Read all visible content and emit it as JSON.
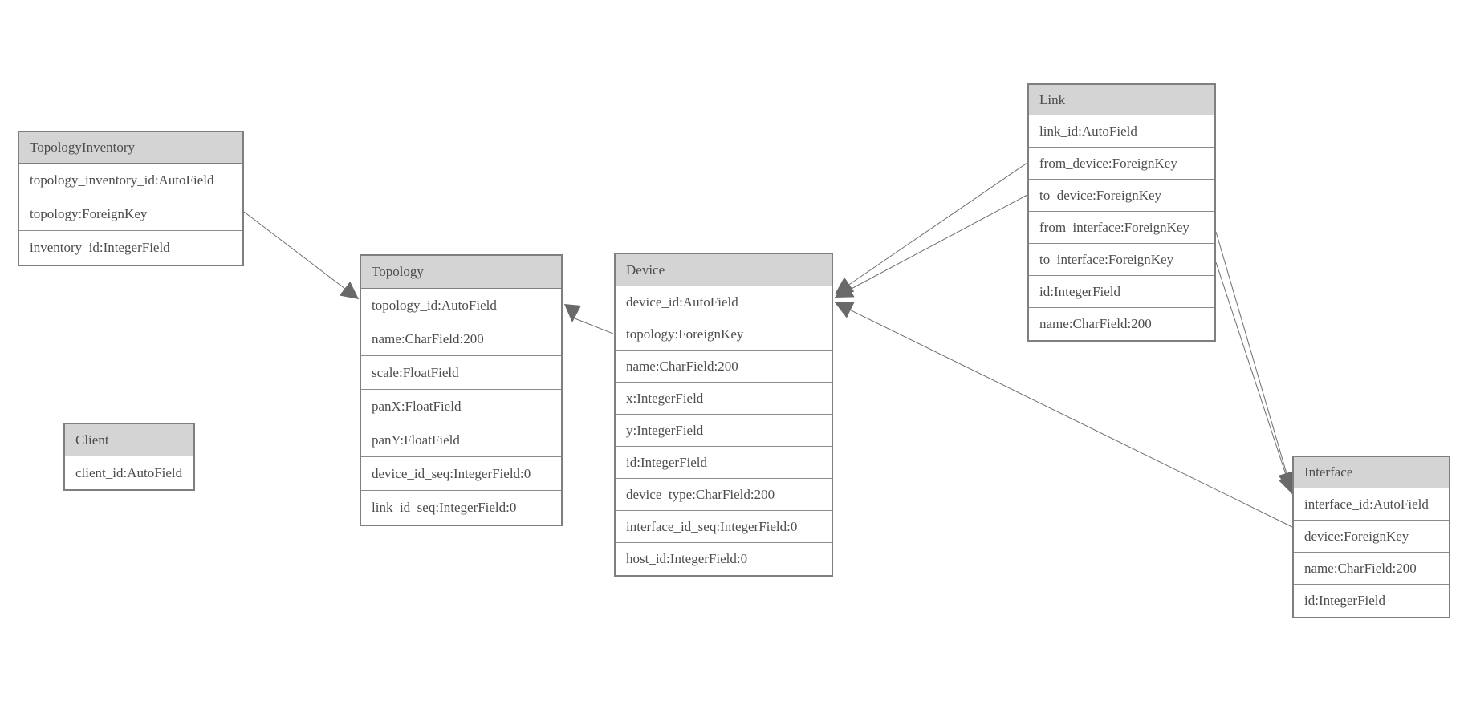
{
  "diagram": {
    "colors": {
      "background": "#ffffff",
      "table_border": "#7f7f7f",
      "row_divider": "#8c8c8c",
      "header_fill": "#d4d4d4",
      "text": "#4d4d4d",
      "edge": "#6e6e6e",
      "arrowhead": "#696969"
    },
    "tables": [
      {
        "id": "topology_inventory",
        "name": "TopologyInventory",
        "fields": [
          "topology_inventory_id:AutoField",
          "topology:ForeignKey",
          "inventory_id:IntegerField"
        ]
      },
      {
        "id": "topology",
        "name": "Topology",
        "fields": [
          "topology_id:AutoField",
          "name:CharField:200",
          "scale:FloatField",
          "panX:FloatField",
          "panY:FloatField",
          "device_id_seq:IntegerField:0",
          "link_id_seq:IntegerField:0"
        ]
      },
      {
        "id": "client",
        "name": "Client",
        "fields": [
          "client_id:AutoField"
        ]
      },
      {
        "id": "device",
        "name": "Device",
        "fields": [
          "device_id:AutoField",
          "topology:ForeignKey",
          "name:CharField:200",
          "x:IntegerField",
          "y:IntegerField",
          "id:IntegerField",
          "device_type:CharField:200",
          "interface_id_seq:IntegerField:0",
          "host_id:IntegerField:0"
        ]
      },
      {
        "id": "link",
        "name": "Link",
        "fields": [
          "link_id:AutoField",
          "from_device:ForeignKey",
          "to_device:ForeignKey",
          "from_interface:ForeignKey",
          "to_interface:ForeignKey",
          "id:IntegerField",
          "name:CharField:200"
        ]
      },
      {
        "id": "interface",
        "name": "Interface",
        "fields": [
          "interface_id:AutoField",
          "device:ForeignKey",
          "name:CharField:200",
          "id:IntegerField"
        ]
      }
    ],
    "relationships": [
      {
        "from": "TopologyInventory.topology",
        "to": "Topology"
      },
      {
        "from": "Device.topology",
        "to": "Topology"
      },
      {
        "from": "Link.from_device",
        "to": "Device"
      },
      {
        "from": "Link.to_device",
        "to": "Device"
      },
      {
        "from": "Link.from_interface",
        "to": "Interface"
      },
      {
        "from": "Link.to_interface",
        "to": "Interface"
      },
      {
        "from": "Interface.device",
        "to": "Device"
      }
    ]
  }
}
